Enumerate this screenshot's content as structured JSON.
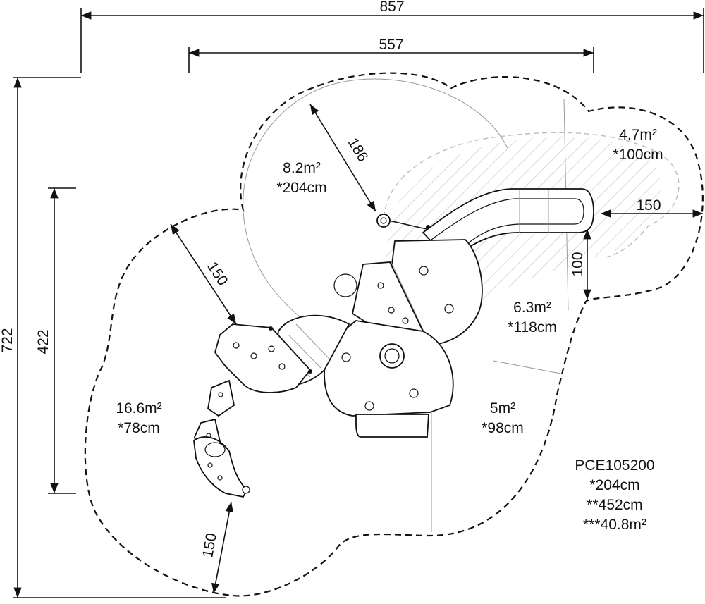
{
  "dimensions": {
    "overall_width": "857",
    "inner_width": "557",
    "overall_height": "722",
    "inner_height": "422",
    "clearance_top": "186",
    "clearance_left": "150",
    "clearance_bottom": "150",
    "clearance_right": "150",
    "slide_clearance": "100"
  },
  "zones": {
    "z1": {
      "area": "8.2m²",
      "height": "*204cm"
    },
    "z2": {
      "area": "4.7m²",
      "height": "*100cm"
    },
    "z3": {
      "area": "6.3m²",
      "height": "*118cm"
    },
    "z4": {
      "area": "5m²",
      "height": "*98cm"
    },
    "z5": {
      "area": "16.6m²",
      "height": "*78cm"
    }
  },
  "product": {
    "code": "PCE105200",
    "height": "*204cm",
    "length": "**452cm",
    "area": "***40.8m²"
  }
}
